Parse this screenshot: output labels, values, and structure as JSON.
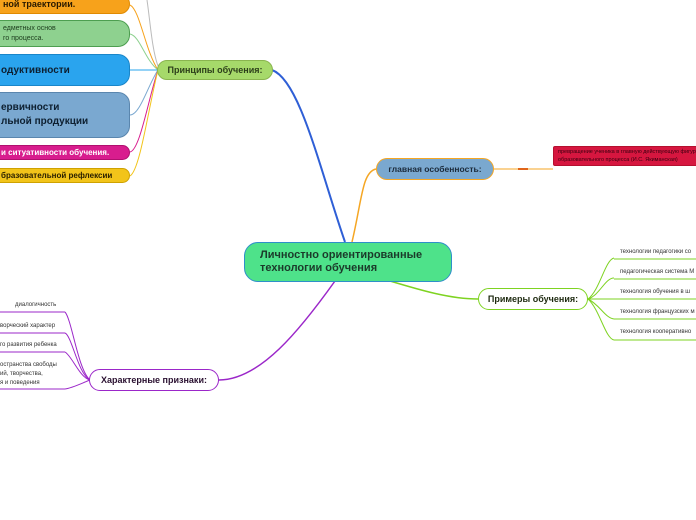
{
  "central": {
    "title_line1": "Личностно ориентированные",
    "title_line2": "технологии обучения"
  },
  "principles": {
    "label": "Принципы обучения:",
    "items": [
      {
        "text": "ной траектории."
      },
      {
        "line1": "едметных основ",
        "line2": "го процесса."
      },
      {
        "text": "одуктивности"
      },
      {
        "line1": "ервичности",
        "line2": "льной продукции"
      },
      {
        "text": "и ситуативности обучения."
      },
      {
        "text": "бразовательной рефлексии"
      }
    ]
  },
  "feature": {
    "label": "главная особенность:",
    "note_line1": "превращение ученика в главную действующую фигуру",
    "note_line2": "образовательного процесса (И.С. Якиманская)"
  },
  "examples": {
    "label": "Примеры обучения:",
    "items": [
      "технологии педагогики со",
      "педагогическая система М",
      "технология обучения в ш",
      "технология французских м",
      "технология кооперативно"
    ]
  },
  "traits": {
    "label": "Характерные признаки:",
    "items": [
      {
        "text": "диалогичность"
      },
      {
        "text": "ворческий характер"
      },
      {
        "text": "го развития ребенка"
      },
      {
        "line1": "остранства свободы",
        "line2": "ий, творчества,",
        "line3": "я и поведения"
      }
    ]
  },
  "colors": {
    "central_fill": "#4ee28a",
    "principles_line": "#2f5fd6",
    "feature_line": "#f5a623",
    "examples_line": "#7ed321",
    "traits_line": "#9b27c9",
    "orange": "#f7a21b",
    "green_light": "#8ed18f",
    "blue": "#2aa4ee",
    "steel": "#7aa8d0",
    "magenta": "#d81d8e",
    "yellow": "#f2c41a",
    "feature_fill": "#7aa8cf",
    "note_red": "#d6163f"
  }
}
